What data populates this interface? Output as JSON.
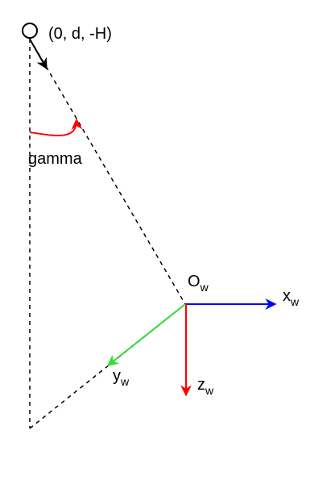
{
  "labels": {
    "camera_point": "(0, d, -H)",
    "gamma": "gamma",
    "origin": {
      "main": "O",
      "sub": "w"
    },
    "x_axis": {
      "main": "x",
      "sub": "w"
    },
    "y_axis": {
      "main": "y",
      "sub": "w"
    },
    "z_axis": {
      "main": "z",
      "sub": "w"
    }
  },
  "colors": {
    "x_axis": "#0000ff",
    "y_axis": "#33dd33",
    "z_axis": "#ff0000",
    "gamma_arc": "#ff0000",
    "lines": "#000000"
  }
}
